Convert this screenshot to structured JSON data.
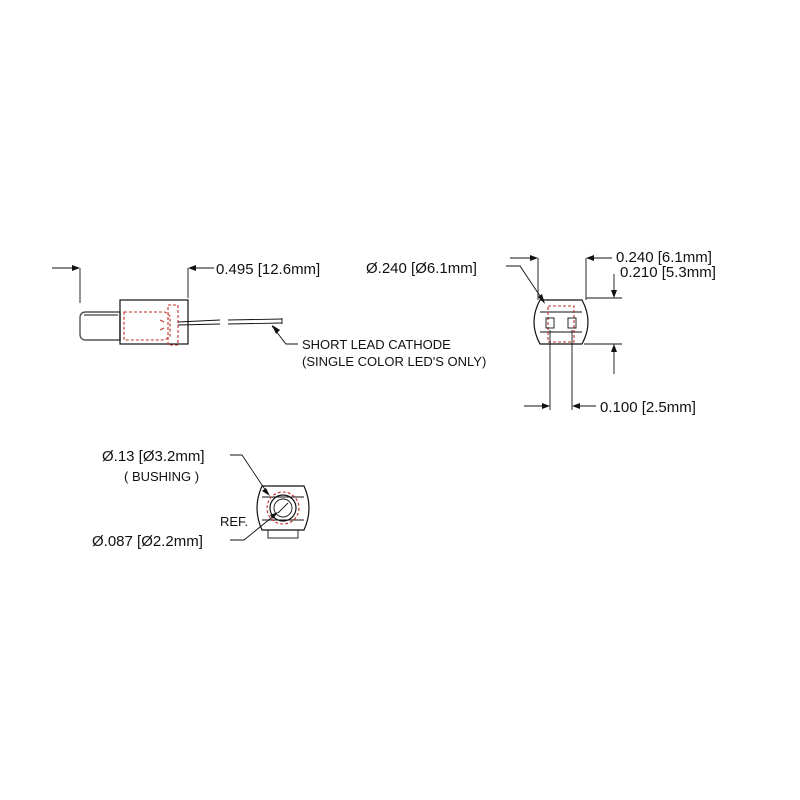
{
  "side_view": {
    "length_label": "0.495 [12.6mm]",
    "note_line1": "SHORT LEAD CATHODE",
    "note_line2": "(SINGLE COLOR LED'S ONLY)"
  },
  "front_view": {
    "diameter_label": "Ø.240 [Ø6.1mm]",
    "width_label": "0.240 [6.1mm]",
    "height_label": "0.210 [5.3mm]",
    "lead_spacing_label": "0.100 [2.5mm]"
  },
  "bushing_view": {
    "bushing_diameter_label": "Ø.13 [Ø3.2mm]",
    "bushing_text": "( BUSHING )",
    "ref_label": "REF.",
    "hole_diameter_label": "Ø.087 [Ø2.2mm]"
  }
}
